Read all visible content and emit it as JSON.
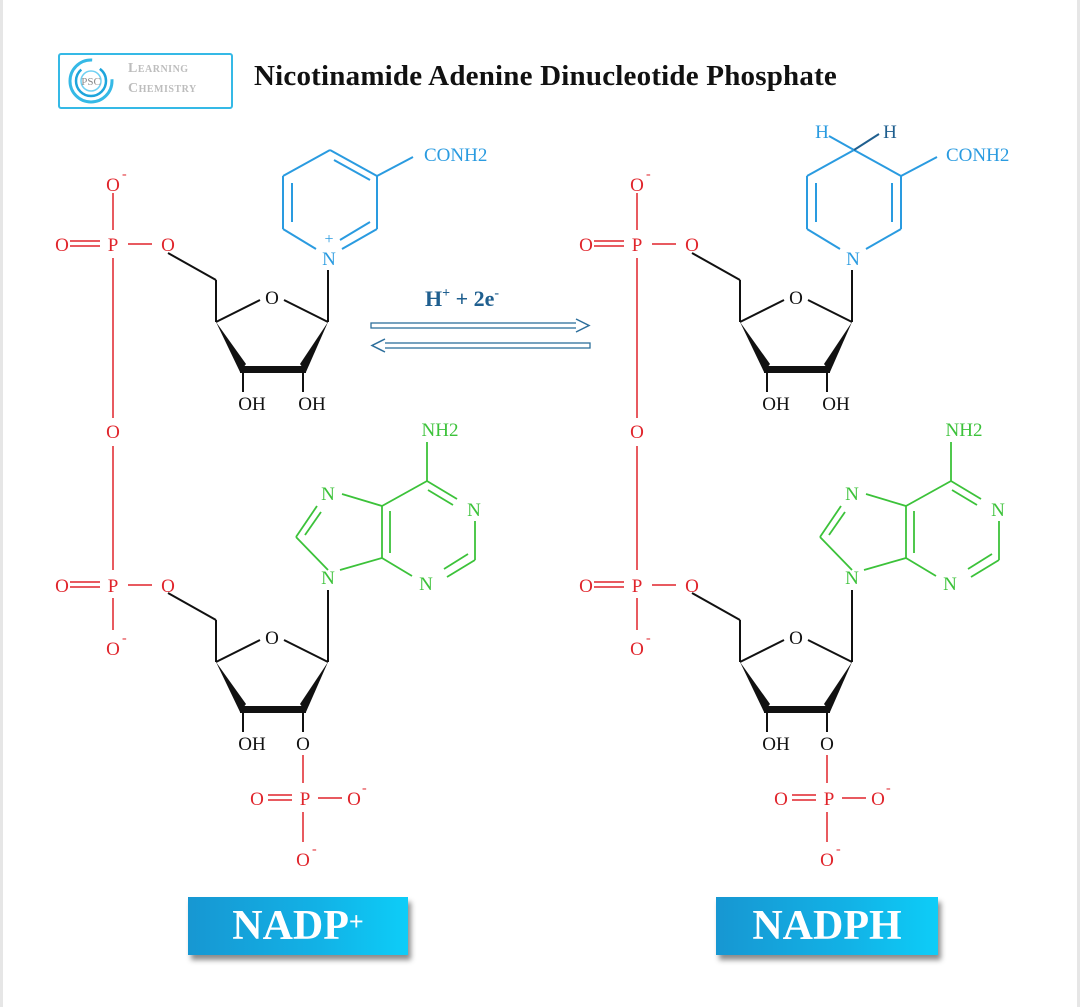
{
  "header": {
    "logo": {
      "badge_text": "PSC",
      "line1": "Learning",
      "line2": "Chemistry"
    },
    "title": "Nicotinamide Adenine Dinucleotide Phosphate"
  },
  "reaction": {
    "reagent_main": "H",
    "reagent_h_charge": "+",
    "reagent_plus": " + 2e",
    "reagent_e_charge": "-",
    "direction": "reversible"
  },
  "molecules": [
    {
      "name": "NADP",
      "name_charge": "+",
      "nicotinamide_substituent": "CONH2",
      "ring_nitrogen": "N",
      "ring_nitrogen_charge": "+",
      "ring_hydrogens": [],
      "adenine_amine": "NH2",
      "adenine_nitrogens": [
        "N",
        "N",
        "N",
        "N"
      ],
      "sugar_oxygens": [
        "O",
        "O"
      ],
      "sugar_hydroxyls": [
        "OH",
        "OH",
        "OH"
      ],
      "phosphate_labels": {
        "p": "P",
        "o": "O",
        "o_minus": "O",
        "minus": "-"
      }
    },
    {
      "name": "NADPH",
      "name_charge": "",
      "nicotinamide_substituent": "CONH2",
      "ring_nitrogen": "N",
      "ring_nitrogen_charge": "",
      "ring_hydrogens": [
        "H",
        "H"
      ],
      "adenine_amine": "NH2",
      "adenine_nitrogens": [
        "N",
        "N",
        "N",
        "N"
      ],
      "sugar_oxygens": [
        "O",
        "O"
      ],
      "sugar_hydroxyls": [
        "OH",
        "OH",
        "OH"
      ],
      "phosphate_labels": {
        "p": "P",
        "o": "O",
        "o_minus": "O",
        "minus": "-"
      }
    }
  ],
  "colors": {
    "phosphate": "#e0242b",
    "nicotinamide": "#2a9be0",
    "adenine": "#3cc23a",
    "sugar": "#111111",
    "arrow": "#2d6f9c",
    "reagent_text": "#1f5f8f",
    "badge": "#12b2e6",
    "logo": "#35b9e6"
  }
}
